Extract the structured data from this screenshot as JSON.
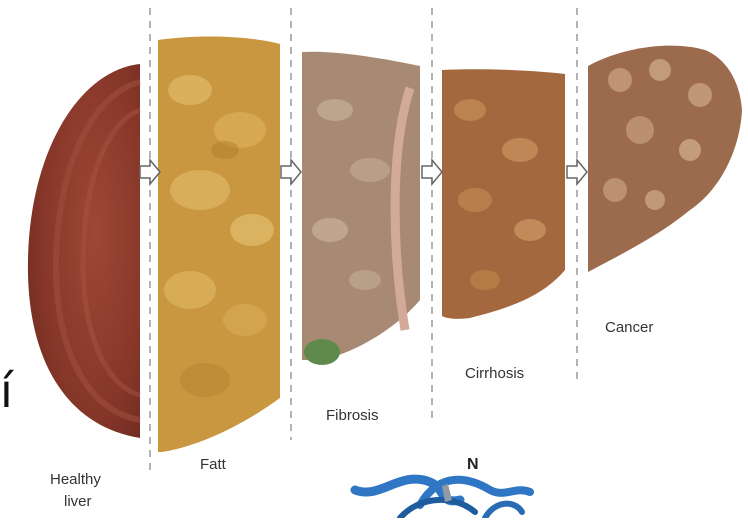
{
  "stages": {
    "healthy_line1": "Healthy",
    "healthy_line2": "liver",
    "fatty": "Fatt",
    "fibrosis": "Fibrosis",
    "cirrhosis": "Cirrhosis",
    "cancer": "Cancer"
  },
  "protein_label": "N",
  "edge_glyph": "í",
  "colors": {
    "healthy": "#8a3a2c",
    "fatty": "#c9973f",
    "fibrosis": "#a88a74",
    "cirrhosis": "#a4683e",
    "cancer": "#9c6a4c",
    "gallbladder": "#5f8a4c",
    "protein": "#2f77c4",
    "divider": "#9a9a9a"
  }
}
